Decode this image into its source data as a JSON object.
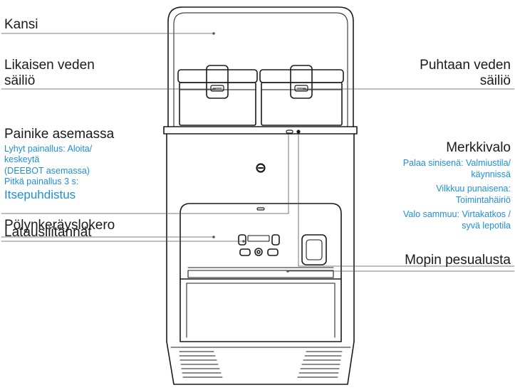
{
  "labels": {
    "lid": "Kansi",
    "dirty_tank_line1": "Likaisen veden",
    "dirty_tank_line2": "säiliö",
    "clean_tank_line1": "Puhtaan veden",
    "clean_tank_line2": "säiliö",
    "station_button": "Painike asemassa",
    "station_button_desc": [
      "Lyhyt painallus: Aloita/",
      "keskeytä",
      "(DEEBOT asemassa)",
      "Pitkä painallus 3 s:"
    ],
    "self_clean": "Itsepuhdistus",
    "indicator": "Merkkivalo",
    "indicator_desc": [
      "Palaa sinisenä: Valmiustila/",
      "käynnissä",
      "Vilkkuu punaisena:",
      "Toimintahäiriö",
      "Valo sammuu: Virtakatkos /",
      "syvä lepotila"
    ],
    "dust_compartment": "Pölynkeräyslokero",
    "charging_contacts": "Latausliitännät",
    "mop_tray": "Mopin pesualusta"
  },
  "colors": {
    "label_text": "#1a1a1a",
    "description_text": "#1e8fd6",
    "outline": "#1a1a1a",
    "leader_line": "#555555"
  },
  "icons": [
    "ecovacs-logo-icon",
    "handle-latch-icon"
  ]
}
